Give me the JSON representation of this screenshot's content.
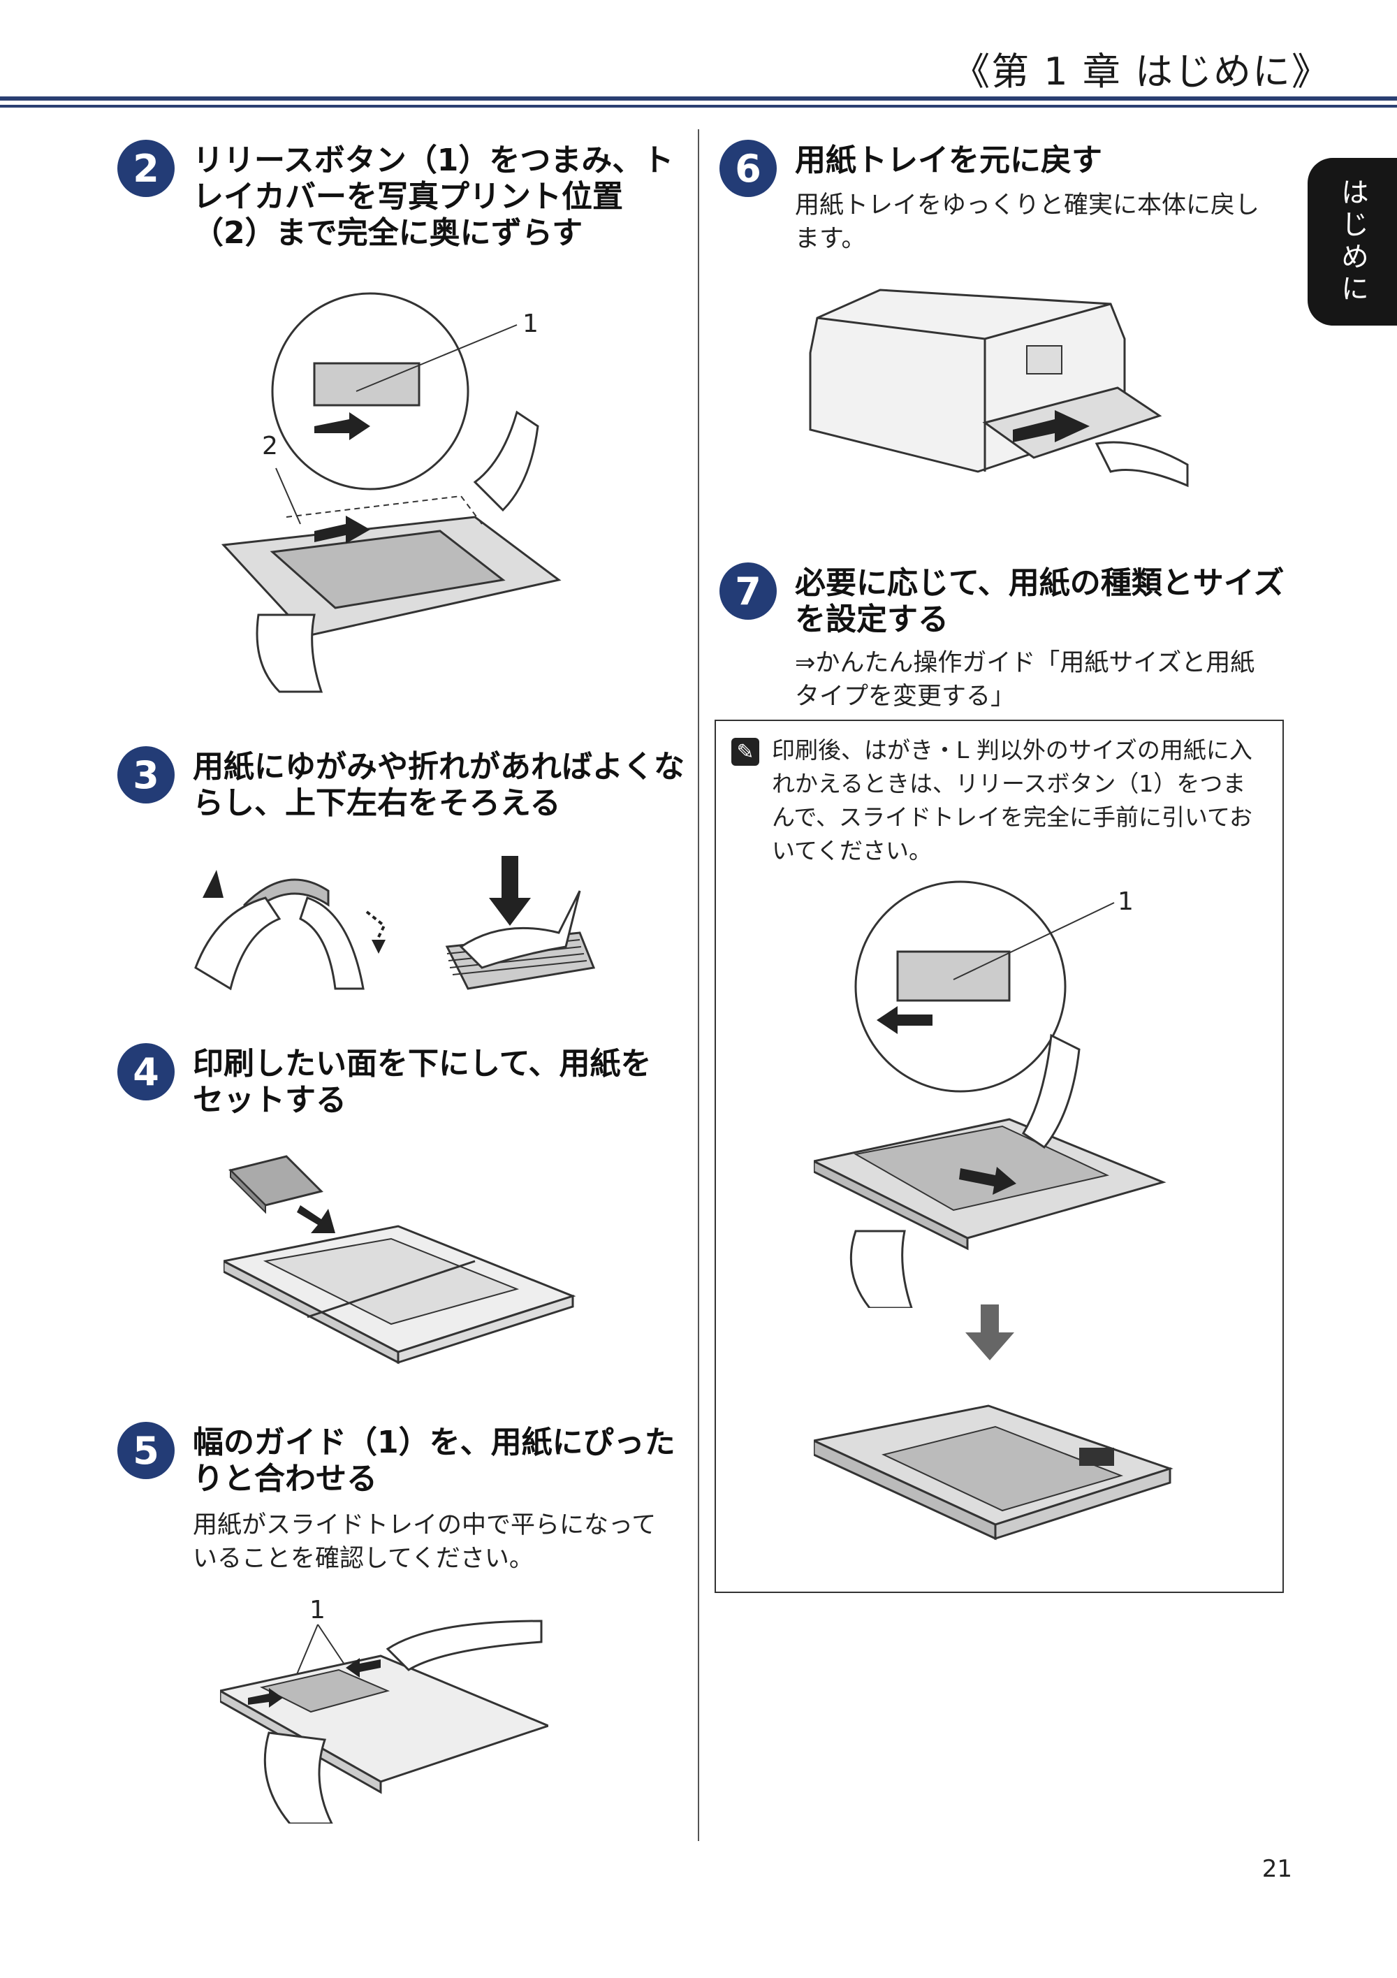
{
  "header": {
    "chapter_title": "《第 1 章 はじめに》"
  },
  "side_tab": {
    "label": "はじめに"
  },
  "steps": [
    {
      "num": "2",
      "title_lines": [
        "リリースボタン（1）をつまみ、ト",
        "レイカバーを写真プリント位置",
        "（2）まで完全に奥にずらす"
      ],
      "callouts": [
        "1",
        "2"
      ]
    },
    {
      "num": "3",
      "title_lines": [
        "用紙にゆがみや折れがあればよくな",
        "らし、上下左右をそろえる"
      ]
    },
    {
      "num": "4",
      "title_lines": [
        "印刷したい面を下にして、用紙を",
        "セットする"
      ]
    },
    {
      "num": "5",
      "title_lines": [
        "幅のガイド（1）を、用紙にぴった",
        "りと合わせる"
      ],
      "desc_lines": [
        "用紙がスライドトレイの中で平らになって",
        "いることを確認してください。"
      ],
      "callouts": [
        "1"
      ]
    },
    {
      "num": "6",
      "title_lines": [
        "用紙トレイを元に戻す"
      ],
      "desc_lines": [
        "用紙トレイをゆっくりと確実に本体に戻し",
        "ます。"
      ]
    },
    {
      "num": "7",
      "title_lines": [
        "必要に応じて、用紙の種類とサイズ",
        "を設定する"
      ],
      "desc_lines": [
        "⇒かんたん操作ガイド「用紙サイズと用紙",
        "タイプを変更する」"
      ]
    }
  ],
  "note": {
    "icon": "memo-icon",
    "lines": [
      "印刷後、はがき・L 判以外のサイズの用紙に入",
      "れかえるときは、リリースボタン（1）をつま",
      "んで、スライドトレイを完全に手前に引いてお",
      "いてください。"
    ],
    "callouts": [
      "1"
    ]
  },
  "page_number": "21"
}
